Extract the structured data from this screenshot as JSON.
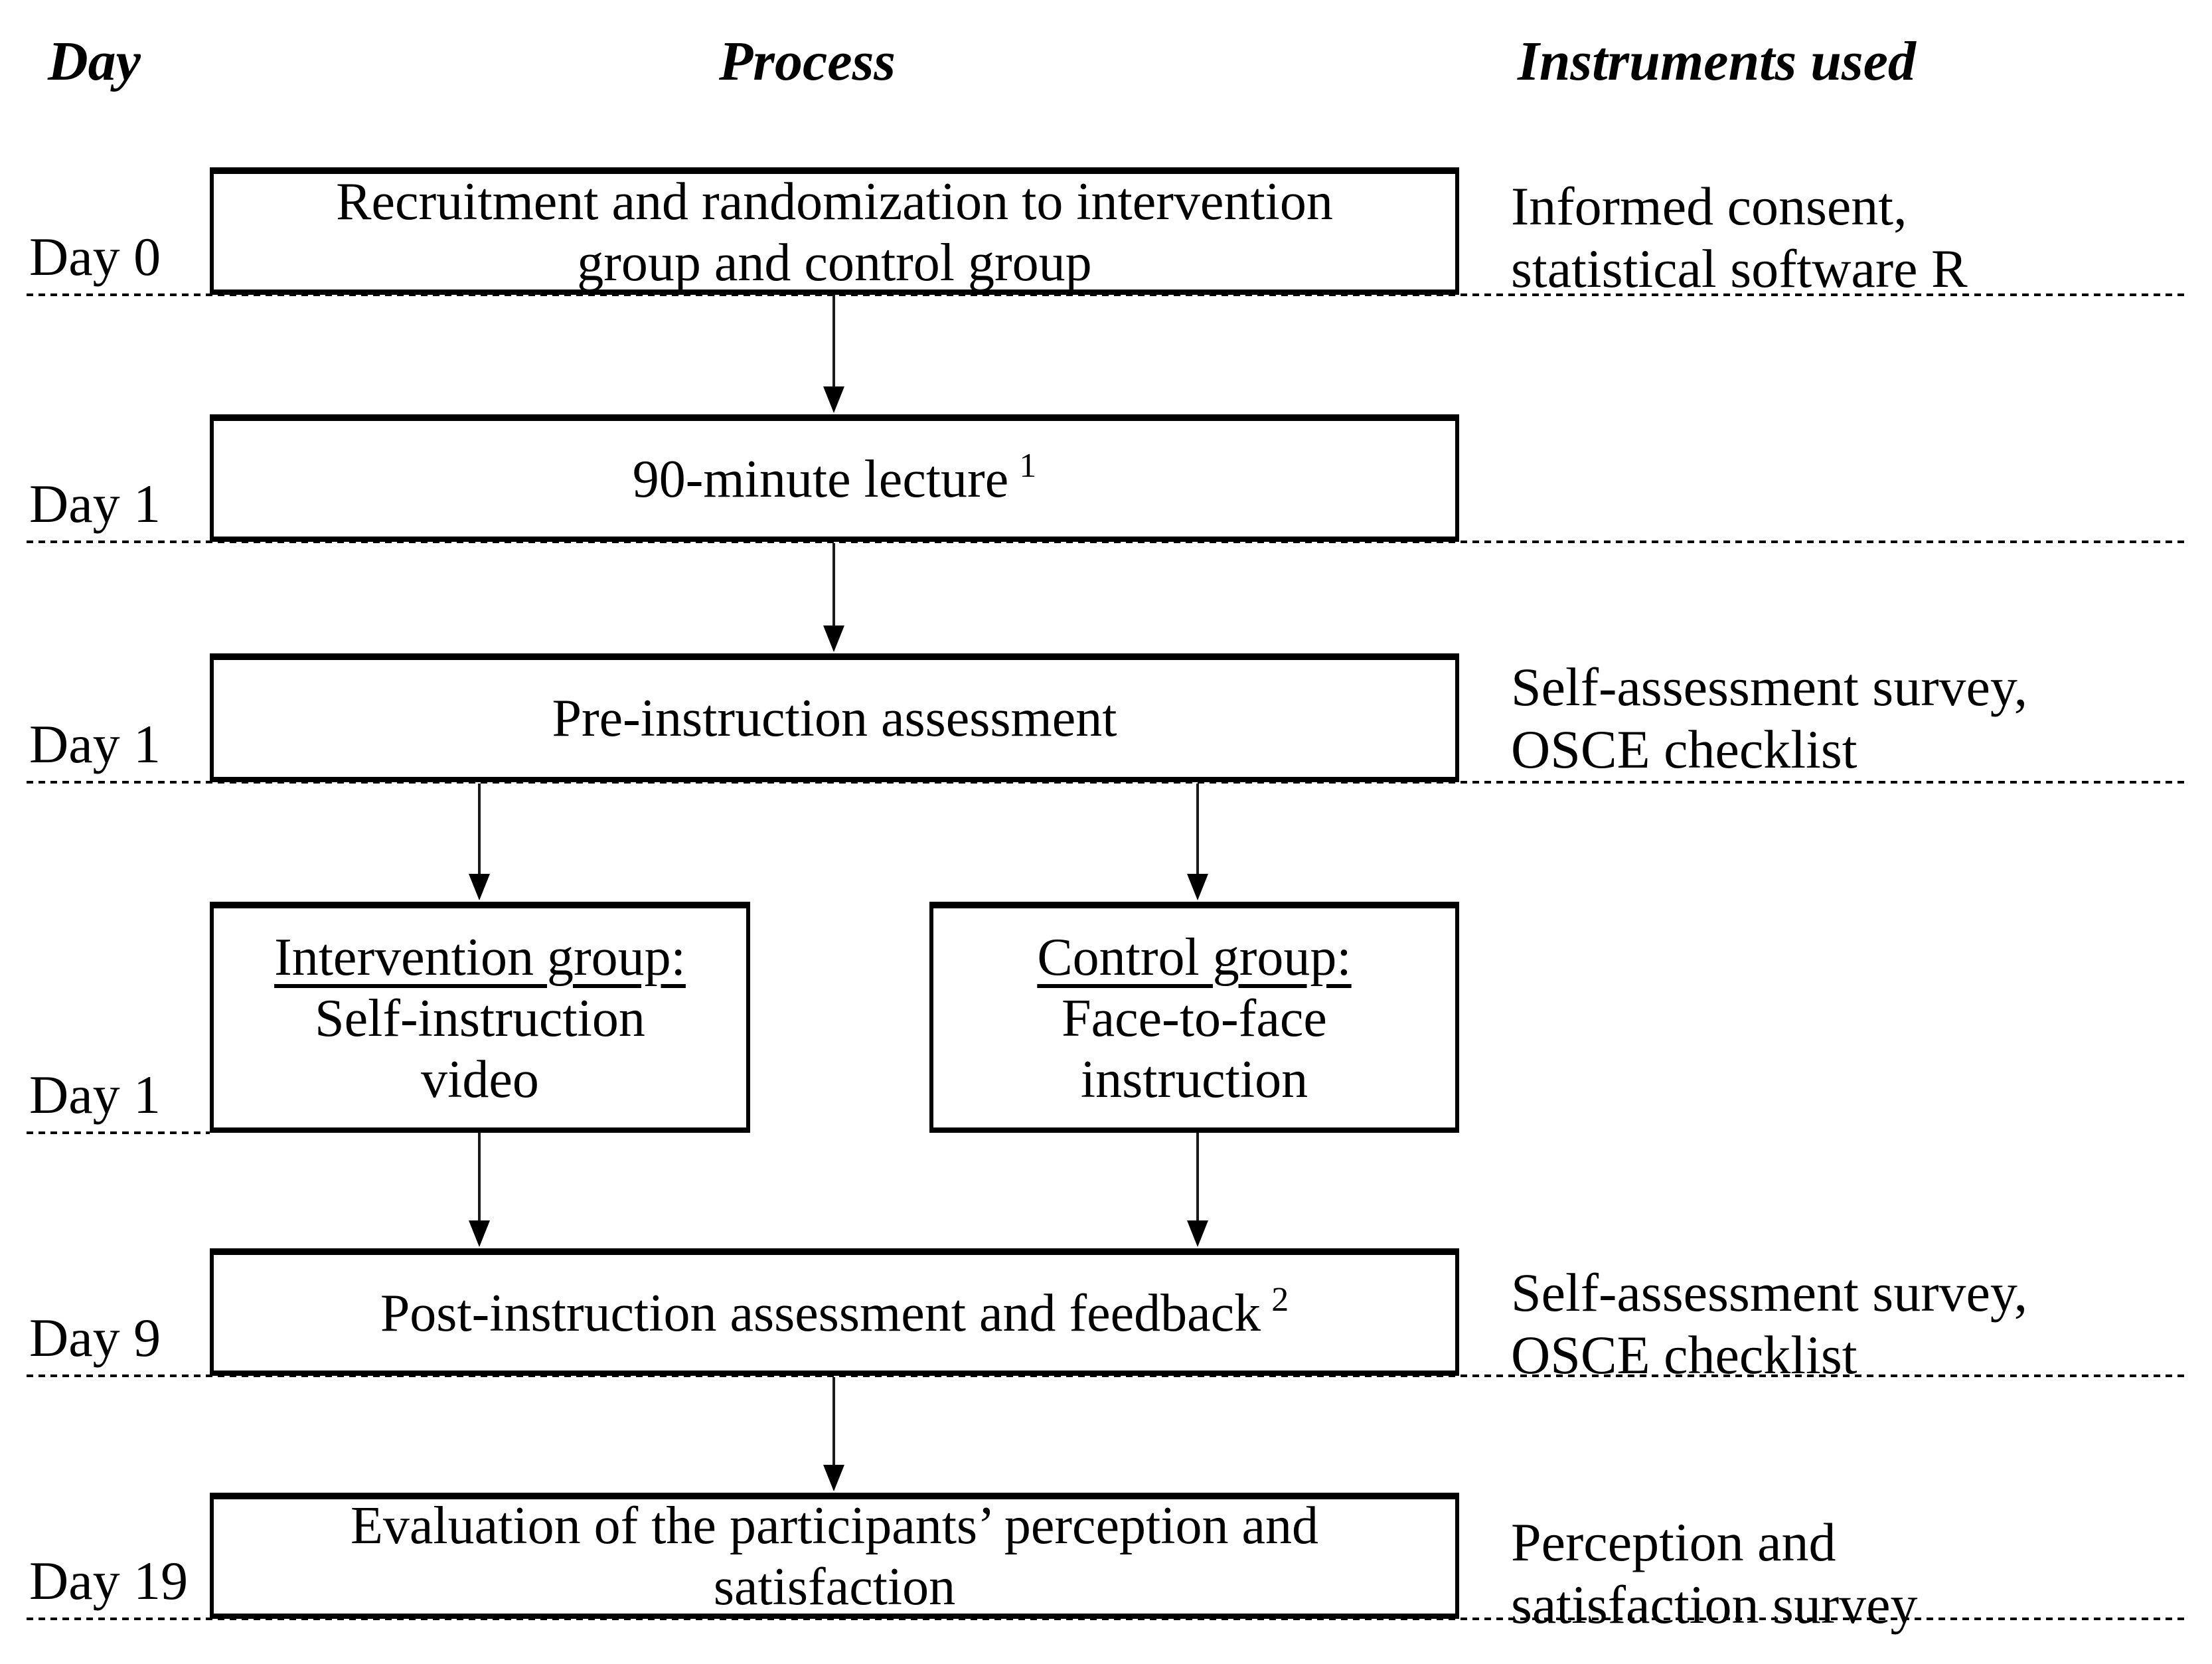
{
  "headers": {
    "day": "Day",
    "process": "Process",
    "instruments": "Instruments used"
  },
  "day_labels": [
    "Day 0",
    "Day 1",
    "Day 1",
    "Day 1",
    "Day 9",
    "Day 19"
  ],
  "boxes": {
    "recruitment": {
      "line1": "Recruitment and randomization to intervention",
      "line2": "group and control group"
    },
    "lecture": {
      "text": "90-minute lecture",
      "sup": "1"
    },
    "pre_assessment": {
      "text": "Pre-instruction assessment"
    },
    "intervention": {
      "title": "Intervention group:",
      "line2": "Self-instruction",
      "line3": "video"
    },
    "control": {
      "title": "Control group:",
      "line2": "Face-to-face",
      "line3": "instruction"
    },
    "post_assessment": {
      "text": "Post-instruction assessment and feedback",
      "sup": "2"
    },
    "evaluation": {
      "line1": "Evaluation of the participants’ perception and",
      "line2": "satisfaction"
    }
  },
  "instruments": {
    "recruitment": {
      "line1": "Informed consent,",
      "line2": "statistical software R"
    },
    "pre_assessment": {
      "line1": "Self-assessment survey,",
      "line2": "OSCE checklist"
    },
    "post_assessment": {
      "line1": "Self-assessment survey,",
      "line2": "OSCE checklist"
    },
    "evaluation": {
      "line1": "Perception and",
      "line2": "satisfaction survey"
    }
  },
  "colors": {
    "ink": "#000000",
    "background": "#ffffff"
  }
}
